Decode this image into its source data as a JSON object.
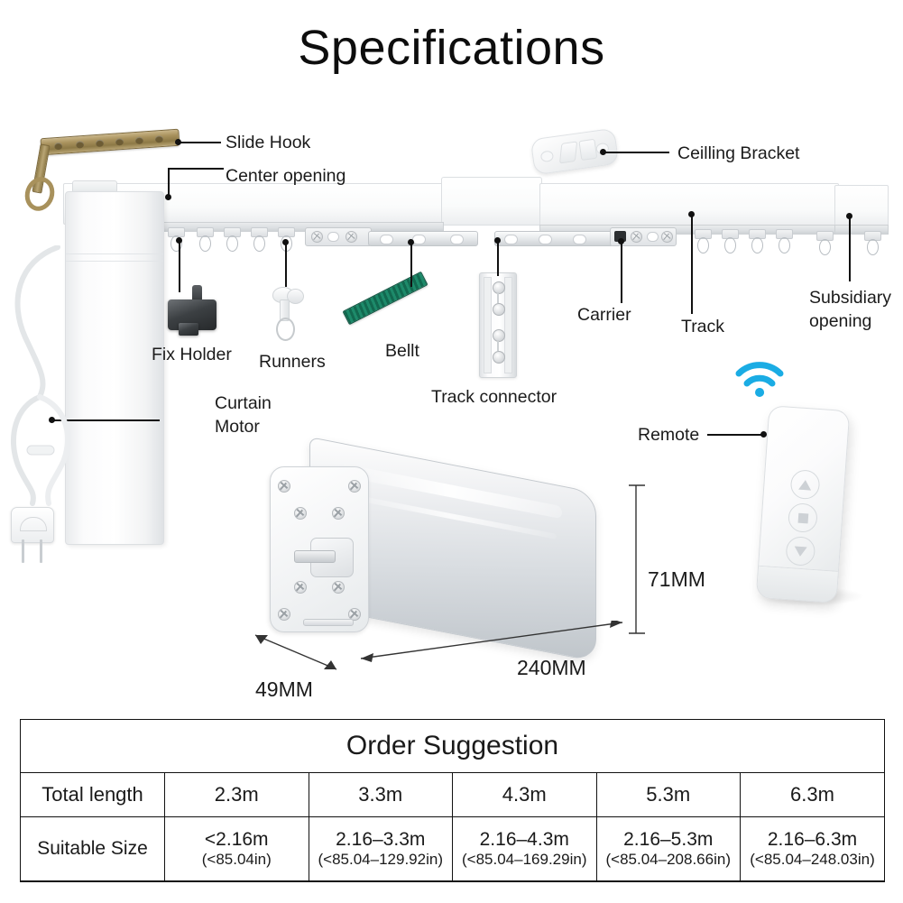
{
  "page": {
    "title": "Specifications"
  },
  "callouts": {
    "slide_hook": "Slide Hook",
    "center_opening": "Center opening",
    "ceiling_bracket": "Ceilling Bracket",
    "carrier": "Carrier",
    "track": "Track",
    "subsidiary_opening_l1": "Subsidiary",
    "subsidiary_opening_l2": "opening",
    "fix_holder": "Fix Holder",
    "runners": "Runners",
    "belt": "Bellt",
    "track_connector": "Track connector",
    "curtain_motor_l1": "Curtain",
    "curtain_motor_l2": "Motor",
    "remote": "Remote"
  },
  "dimensions": {
    "height": "71MM",
    "depth": "49MM",
    "length": "240MM"
  },
  "remote_buttons": {
    "up": "up-triangle",
    "stop": "stop-square",
    "down": "down-triangle"
  },
  "icons": {
    "wifi": "wifi-icon"
  },
  "colors": {
    "wifi": "#1AACE4",
    "belt": "#12684f",
    "slide_hook": "#a8915c",
    "text": "#1a1a1a"
  },
  "order_table": {
    "title": "Order Suggestion",
    "rows": [
      {
        "header": "Total length",
        "cells": [
          "2.3m",
          "3.3m",
          "4.3m",
          "5.3m",
          "6.3m"
        ]
      },
      {
        "header": "Suitable Size",
        "cells": [
          {
            "main": "<2.16m",
            "sub": "(<85.04in)"
          },
          {
            "main": "2.16–3.3m",
            "sub": "(<85.04–129.92in)"
          },
          {
            "main": "2.16–4.3m",
            "sub": "(<85.04–169.29in)"
          },
          {
            "main": "2.16–5.3m",
            "sub": "(<85.04–208.66in)"
          },
          {
            "main": "2.16–6.3m",
            "sub": "(<85.04–248.03in)"
          }
        ]
      }
    ]
  }
}
